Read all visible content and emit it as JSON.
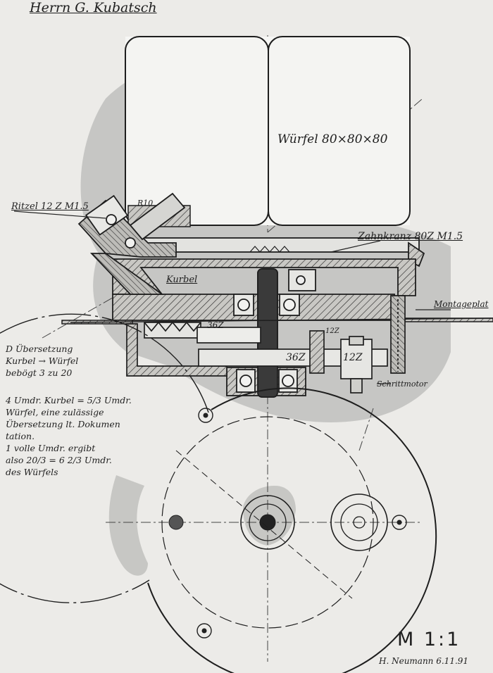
{
  "header": {
    "recipient": "Herrn G. Kubatsch"
  },
  "labels": {
    "cube": "Würfel 80×80×80",
    "pinion": "Ritzel 12 Z M1.5",
    "radius": "R10",
    "ring_gear": "Zahnkranz 80Z M1.5",
    "crank": "Kurbel",
    "mounting_plate": "Montageplat",
    "gear_36z_a": "36Z",
    "gear_12z_a": "12Z",
    "gear_36z_b": "36Z",
    "gear_12z_b": "12Z",
    "motor": "Schrittmotor"
  },
  "notes": {
    "line1": "D Übersetzung",
    "line2": "Kurbel → Würfel",
    "line3": "bebögt 3 zu 20",
    "line4": "4 Umdr. Kurbel = 5/3 Umdr.",
    "line5": "Würfel, eine zulässige",
    "line6": "Übersetzung lt. Dokumen",
    "line7": "tation.",
    "line8": "1 volle Umdr. ergibt",
    "line9": "also 20/3 = 6 2/3 Umdr.",
    "line10": "des Würfels"
  },
  "footer": {
    "scale": "M 1:1",
    "signature": "H. Neumann 6.11.91"
  }
}
